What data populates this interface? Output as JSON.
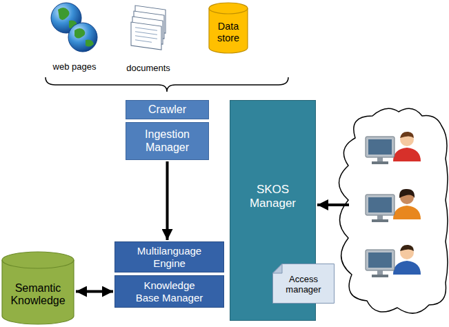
{
  "diagram": {
    "nodes": [
      {
        "text": [
          "Data store"
        ]
      },
      {
        "text": [
          "Crawler"
        ]
      },
      {
        "text": [
          "Ingestion Manager"
        ]
      },
      {
        "text": [
          "SKOS Manager"
        ]
      },
      {
        "text": [
          "Multilanguage Engine"
        ]
      },
      {
        "text": [
          "Semantic Knowledge"
        ]
      },
      {
        "text": [
          "Knowledge Base Manager"
        ]
      },
      {
        "text": [
          "Access manager"
        ]
      }
    ],
    "edges": [
      {
        "from": 2,
        "to": 4,
        "arrow": "to"
      },
      {
        "from": 5,
        "to": 6,
        "arrow": "both"
      }
    ],
    "labels": [
      "web pages",
      "documents"
    ]
  }
}
